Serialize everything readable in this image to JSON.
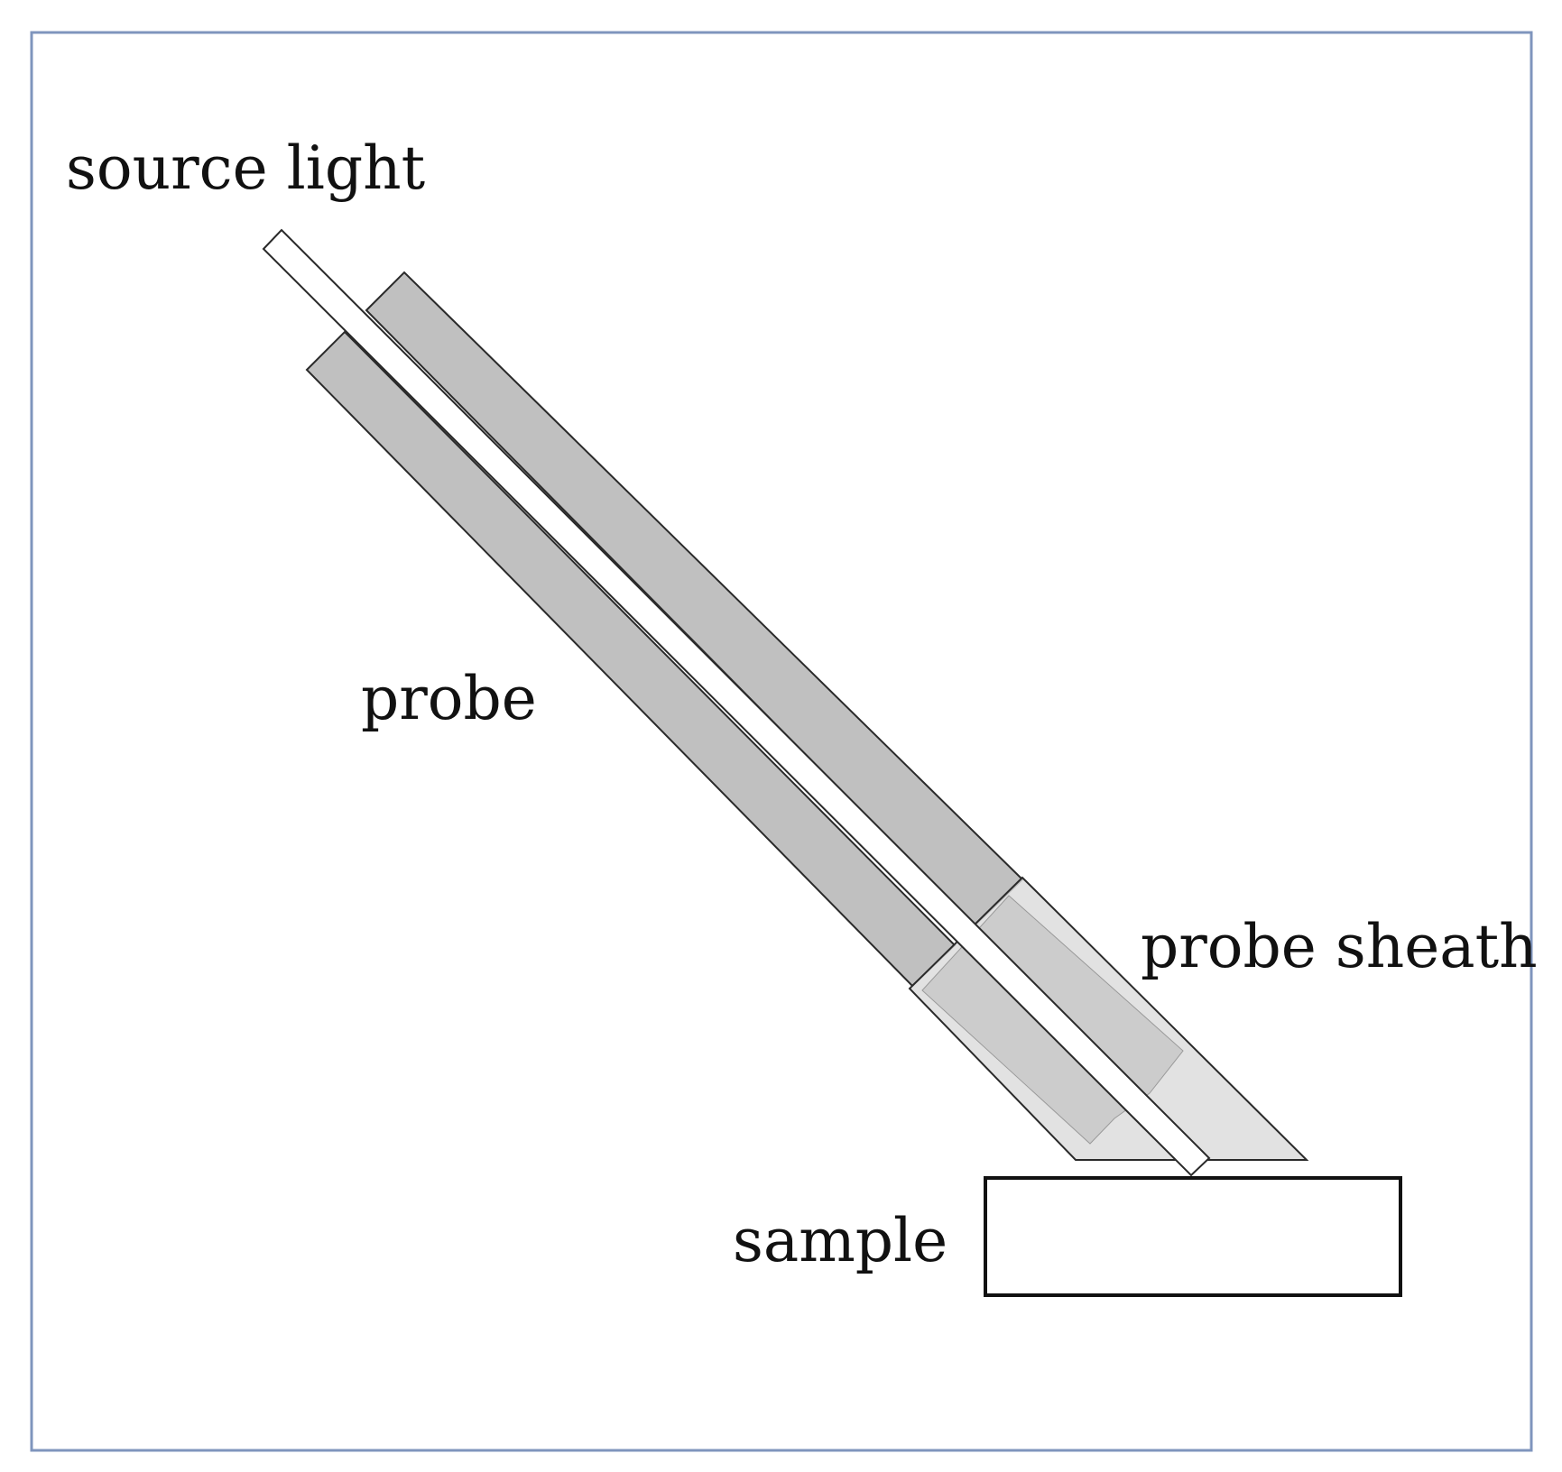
{
  "labels": {
    "source_light": "source light",
    "probe": "probe",
    "probe_sheath": "probe sheath",
    "sample": "sample"
  },
  "colors": {
    "frame_border": "#7f95bd",
    "probe_body": "#c0c0c0",
    "probe_sheath": "#dcdcdc",
    "fiber": "#ffffff",
    "outline": "#2a2a2a"
  }
}
